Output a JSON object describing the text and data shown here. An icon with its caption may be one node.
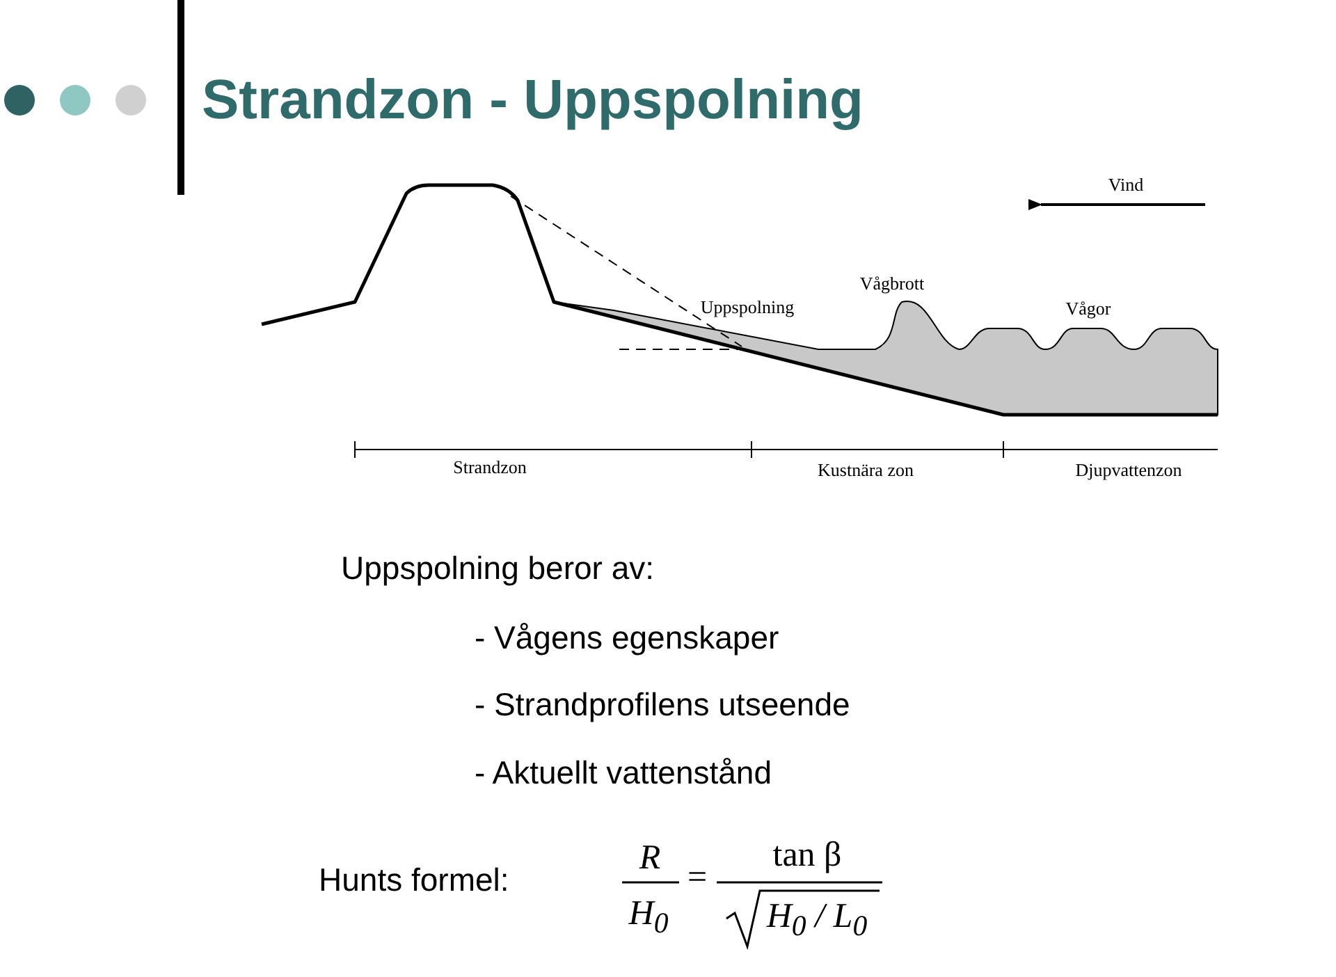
{
  "diagram": {
    "title": "Strandzon - Uppspolning",
    "labels": [
      "Vind",
      "Uppspolning",
      "Vågbrott",
      "Vågor",
      "Strandzon",
      "Kustnära zon",
      "Djupvattenzon",
      "Uppspolning beror av:",
      "- Vågens egenskaper",
      "- Strandprofilens utseende",
      "- Aktuellt vattenstånd",
      "Hunts formel:",
      "R",
      "H$_{0}$",
      "=",
      "tan β",
      "H$_{0}$ / L$_{0}$"
    ]
  }
}
